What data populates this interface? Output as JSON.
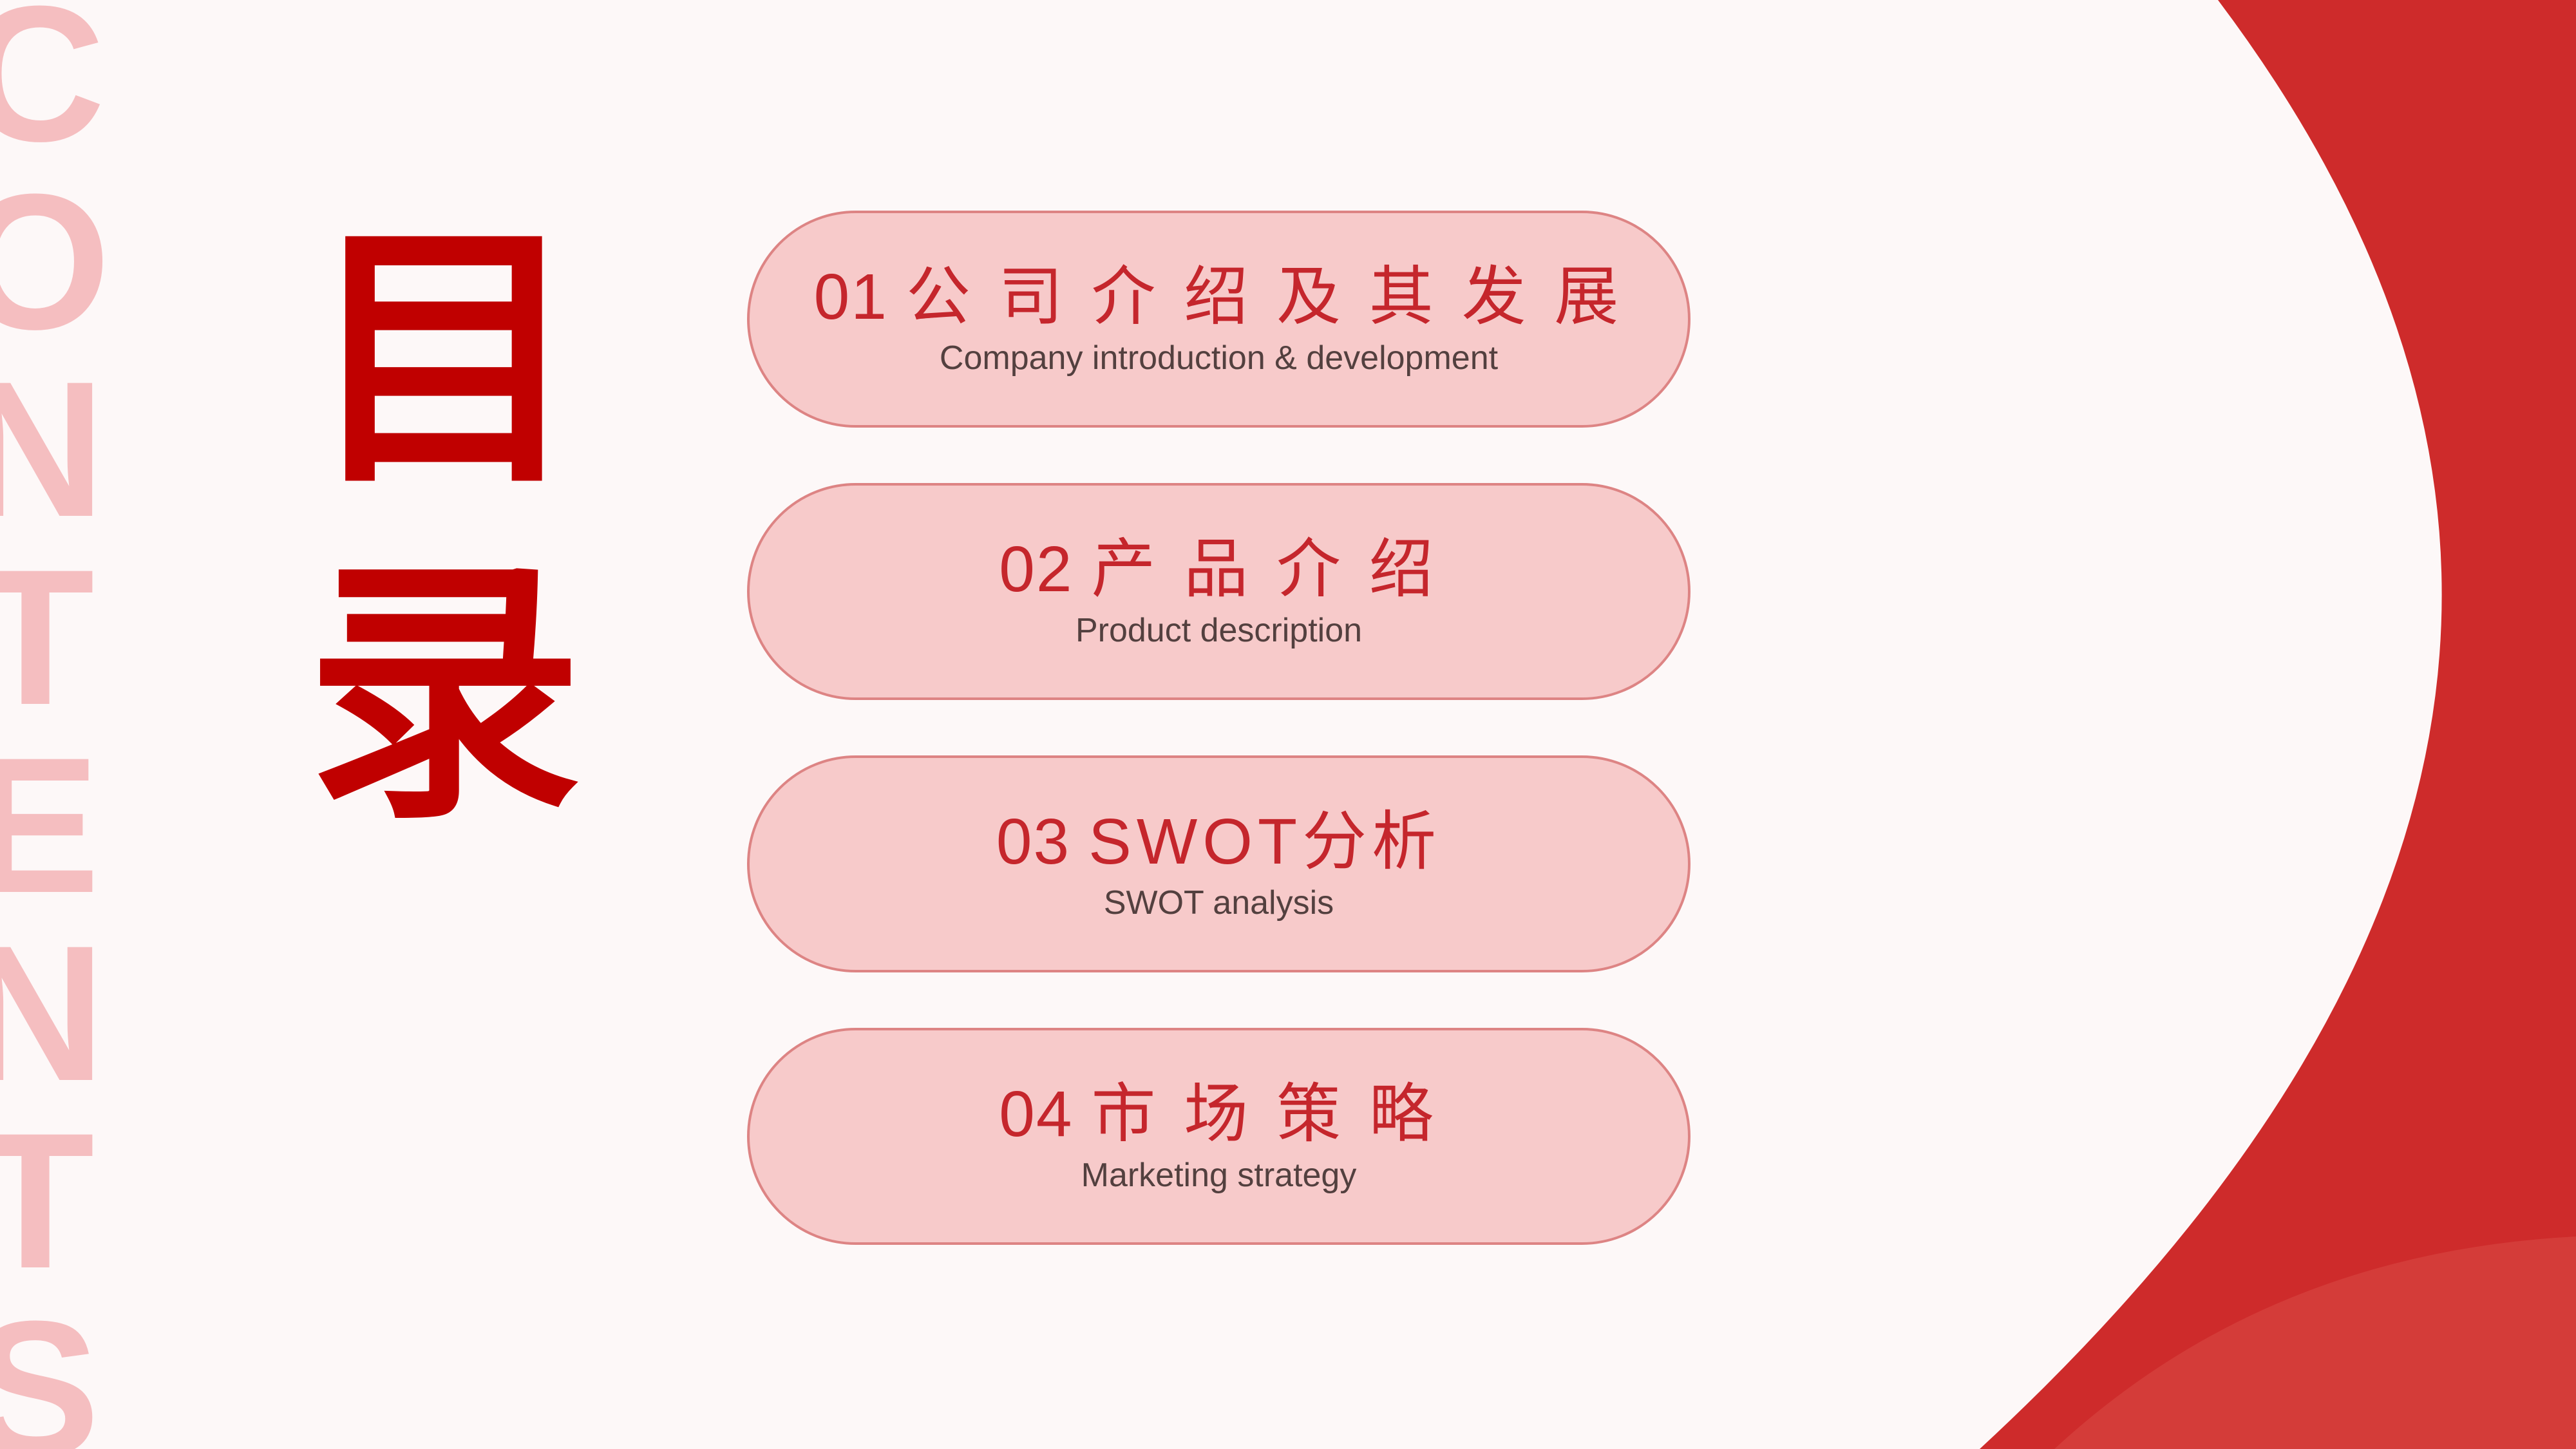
{
  "page": {
    "background": "#fdf8f8"
  },
  "watermark": {
    "text": "CONTENTS",
    "letters": [
      "C",
      "O",
      "N",
      "T",
      "E",
      "N",
      "T",
      "S"
    ],
    "color": "#f5bec0"
  },
  "title": {
    "chars": [
      "目",
      "录"
    ],
    "color": "#c00000"
  },
  "toc": {
    "items": [
      {
        "number": "01",
        "title": "公 司 介 绍 及 其 发 展",
        "subtitle": "Company introduction & development"
      },
      {
        "number": "02",
        "title": "产 品 介 绍",
        "subtitle": "Product description"
      },
      {
        "number": "03",
        "title": "SWOT分析",
        "subtitle": "SWOT analysis"
      },
      {
        "number": "04",
        "title": "市 场 策 略",
        "subtitle": "Marketing strategy"
      }
    ],
    "pill_fill": "#f7caca",
    "pill_border": "#dd8484",
    "title_color": "#c5262c",
    "subtitle_color": "#53403f"
  },
  "decor": {
    "main_red": "#ce2b2b",
    "overlay_red": "#d84a45"
  }
}
